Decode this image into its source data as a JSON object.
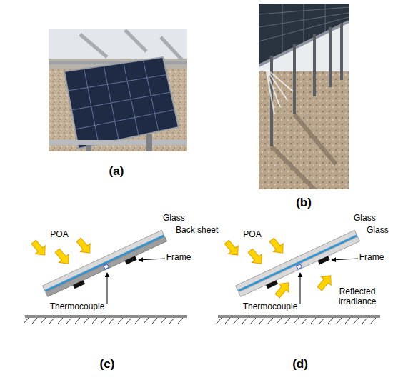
{
  "diagram": {
    "labels": [
      "(a)",
      "(b)",
      "POA",
      "Glass",
      "Back sheet",
      "Frame",
      "Thermocouple",
      "(c)",
      "POA",
      "Glass",
      "Glass",
      "Frame",
      "Reflected irradiance",
      "Thermocouple",
      "(d)"
    ]
  }
}
